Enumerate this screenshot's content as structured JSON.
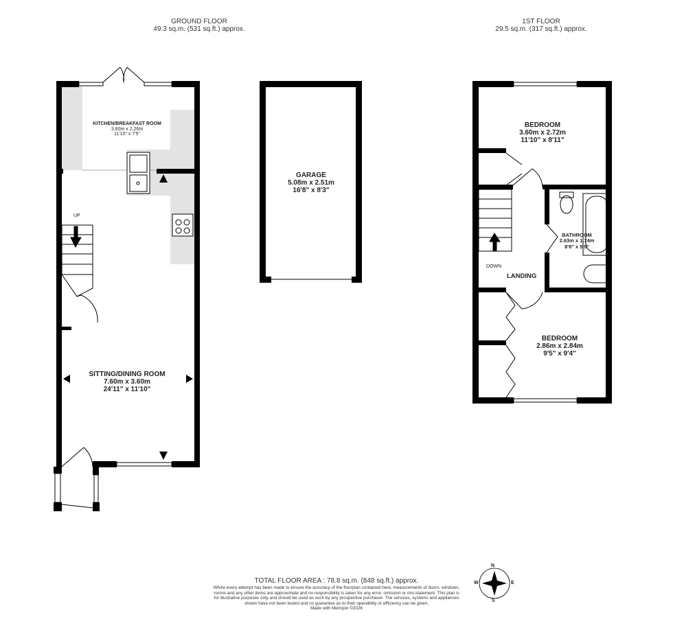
{
  "ground_floor": {
    "title": "GROUND FLOOR",
    "area": "49.3 sq.m. (531 sq.ft.) approx."
  },
  "first_floor": {
    "title": "1ST FLOOR",
    "area": "29.5 sq.m. (317 sq.ft.) approx."
  },
  "rooms": {
    "kitchen": {
      "name": "KITCHEN/BREAKFAST ROOM",
      "metric": "3.60m  x 2.26m",
      "imperial": "11'10\"  x 7'5\""
    },
    "sitting": {
      "name": "SITTING/DINING ROOM",
      "metric": "7.60m  x 3.60m",
      "imperial": "24'11\"  x 11'10\""
    },
    "garage": {
      "name": "GARAGE",
      "metric": "5.08m  x 2.51m",
      "imperial": "16'8\"  x 8'3\""
    },
    "bedroom1": {
      "name": "BEDROOM",
      "metric": "3.60m  x 2.72m",
      "imperial": "11'10\"  x 8'11\""
    },
    "bathroom": {
      "name": "BATHROOM",
      "metric": "2.63m  x 1.74m",
      "imperial": "8'8\"  x 5'9\""
    },
    "landing": {
      "name": "LANDING"
    },
    "bedroom2": {
      "name": "BEDROOM",
      "metric": "2.86m  x 2.84m",
      "imperial": "9'5\"  x 9'4\""
    }
  },
  "stairs": {
    "up": "UP",
    "down": "DOWN"
  },
  "footer": {
    "total": "TOTAL FLOOR AREA : 78.8 sq.m. (848 sq.ft.) approx.",
    "disclaimer": "Whilst every attempt has been made to ensure the accuracy of the floorplan contained here, measurements of doors, windows, rooms and any other items are approximate and no responsibility is taken for any error, omission or mis-statement. This plan is for illustrative purposes only and should be used as such by any prospective purchaser. The services, systems and appliances shown have not been tested and no guarantee as to their operability or efficiency can be given.",
    "credit": "Made with Metropix ©2026"
  },
  "compass": {
    "n": "N",
    "s": "S",
    "e": "E",
    "w": "W"
  },
  "colors": {
    "wall": "#000000",
    "fitted": "#e3e3e3"
  }
}
